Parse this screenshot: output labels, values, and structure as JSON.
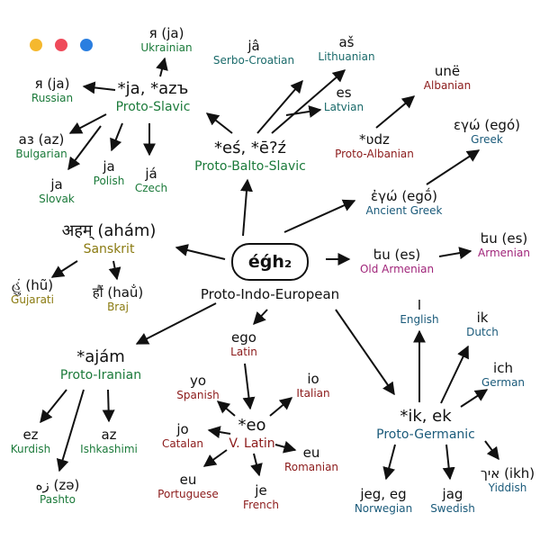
{
  "colors": {
    "slavic": "#1b7a3a",
    "baltic": "#1a6a6a",
    "albanian": "#8b1a1a",
    "greek": "#1a5a7a",
    "armenian": "#a0257a",
    "indic": "#8a7a10",
    "iranian": "#1b7a3a",
    "romance": "#8b1a1a",
    "germanic": "#1a5a7a",
    "traffic_yellow": "#f5b82e",
    "traffic_red": "#ef4a5a",
    "traffic_blue": "#2a7ee0"
  },
  "pie": {
    "word": "éǵh₂",
    "language": "Proto-Indo-European"
  },
  "nodes": [
    {
      "id": "proto-slavic",
      "word": "*ja, *azъ",
      "language": "Proto-Slavic",
      "family": "slavic",
      "big": true
    },
    {
      "id": "ukrainian",
      "word": "я (ja)",
      "language": "Ukrainian",
      "family": "slavic"
    },
    {
      "id": "russian",
      "word": "я (ja)",
      "language": "Russian",
      "family": "slavic"
    },
    {
      "id": "bulgarian",
      "word": "аз (az)",
      "language": "Bulgarian",
      "family": "slavic"
    },
    {
      "id": "polish",
      "word": "ja",
      "language": "Polish",
      "family": "slavic"
    },
    {
      "id": "czech",
      "word": "já",
      "language": "Czech",
      "family": "slavic"
    },
    {
      "id": "slovak",
      "word": "ja",
      "language": "Slovak",
      "family": "slavic"
    },
    {
      "id": "serbo-croatian",
      "word": "jâ",
      "language": "Serbo-Croatian",
      "family": "baltic"
    },
    {
      "id": "proto-balto-slavic",
      "word": "*eś, *ē?ź",
      "language": "Proto-Balto-Slavic",
      "family": "slavic",
      "big": true
    },
    {
      "id": "lithuanian",
      "word": "aš",
      "language": "Lithuanian",
      "family": "baltic"
    },
    {
      "id": "latvian",
      "word": "es",
      "language": "Latvian",
      "family": "baltic"
    },
    {
      "id": "albanian",
      "word": "unë",
      "language": "Albanian",
      "family": "albanian"
    },
    {
      "id": "proto-albanian",
      "word": "*ʋdz",
      "language": "Proto-Albanian",
      "family": "albanian"
    },
    {
      "id": "greek",
      "word": "εγώ (egó)",
      "language": "Greek",
      "family": "greek"
    },
    {
      "id": "ancient-greek",
      "word": "ἐγώ (egṓ)",
      "language": "Ancient Greek",
      "family": "greek"
    },
    {
      "id": "old-armenian",
      "word": "ես (es)",
      "language": "Old Armenian",
      "family": "armenian"
    },
    {
      "id": "armenian",
      "word": "ես (es)",
      "language": "Armenian",
      "family": "armenian"
    },
    {
      "id": "sanskrit",
      "word": "अहम् (ahám)",
      "language": "Sanskrit",
      "family": "indic",
      "big": true
    },
    {
      "id": "gujarati",
      "word": "હું (hũ)",
      "language": "Gujarati",
      "family": "indic"
    },
    {
      "id": "braj",
      "word": "हौं (hau̐)",
      "language": "Braj",
      "family": "indic"
    },
    {
      "id": "proto-iranian",
      "word": "*ajám",
      "language": "Proto-Iranian",
      "family": "iranian",
      "big": true
    },
    {
      "id": "kurdish",
      "word": "ez",
      "language": "Kurdish",
      "family": "iranian"
    },
    {
      "id": "ishkashimi",
      "word": "az",
      "language": "Ishkashimi",
      "family": "iranian"
    },
    {
      "id": "pashto",
      "word": "زه (zə)",
      "language": "Pashto",
      "family": "iranian"
    },
    {
      "id": "latin",
      "word": "ego",
      "language": "Latin",
      "family": "romance"
    },
    {
      "id": "spanish",
      "word": "yo",
      "language": "Spanish",
      "family": "romance"
    },
    {
      "id": "italian",
      "word": "io",
      "language": "Italian",
      "family": "romance"
    },
    {
      "id": "v-latin",
      "word": "*eo",
      "language": "V. Latin",
      "family": "romance",
      "big": true
    },
    {
      "id": "catalan",
      "word": "jo",
      "language": "Catalan",
      "family": "romance"
    },
    {
      "id": "romanian",
      "word": "eu",
      "language": "Romanian",
      "family": "romance"
    },
    {
      "id": "portuguese",
      "word": "eu",
      "language": "Portuguese",
      "family": "romance"
    },
    {
      "id": "french",
      "word": "je",
      "language": "French",
      "family": "romance"
    },
    {
      "id": "proto-germanic",
      "word": "*ik, ek",
      "language": "Proto-Germanic",
      "family": "germanic",
      "big": true
    },
    {
      "id": "english",
      "word": "I",
      "language": "English",
      "family": "germanic"
    },
    {
      "id": "dutch",
      "word": "ik",
      "language": "Dutch",
      "family": "germanic"
    },
    {
      "id": "german",
      "word": "ich",
      "language": "German",
      "family": "germanic"
    },
    {
      "id": "yiddish",
      "word": "איך (ikh)",
      "language": "Yiddish",
      "family": "germanic"
    },
    {
      "id": "norwegian",
      "word": "jeg, eg",
      "language": "Norwegian",
      "family": "germanic"
    },
    {
      "id": "swedish",
      "word": "jag",
      "language": "Swedish",
      "family": "germanic"
    }
  ]
}
